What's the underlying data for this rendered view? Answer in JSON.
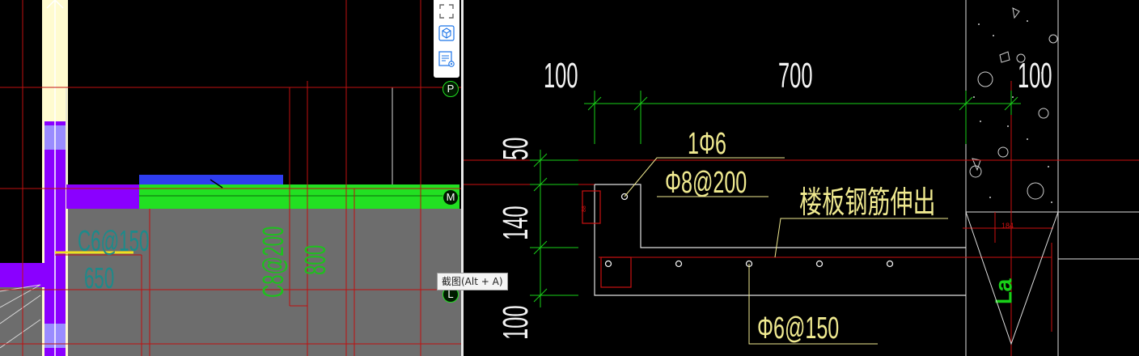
{
  "left_view": {
    "axis_labels": {
      "p": "P",
      "m": "M",
      "l": "L"
    },
    "rebar_labels": {
      "c6": "C6@150",
      "len650": "650",
      "c8": "C8@200",
      "len800": "800"
    }
  },
  "toolbar": {
    "fullscreen_icon": "fullscreen-icon",
    "view3d_icon": "3d-view-icon",
    "screenshot_icon": "screenshot-list-icon",
    "tooltip": "截图(Alt + A)"
  },
  "detail": {
    "dim_100_left": "100",
    "dim_700": "700",
    "dim_100_right": "100",
    "dim_50": "50",
    "dim_140": "140",
    "dim_100_bottom": "100",
    "label_1phi6": "1Φ6",
    "label_phi8": "Φ8@200",
    "label_slab": "楼板钢筋伸出",
    "label_phi6": "Φ6@150",
    "label_la": "La",
    "small_184": "184"
  },
  "colors": {
    "background": "#000000",
    "purple": "#8a00ff",
    "green_bar": "#22e022",
    "blue_bar": "#2e3df0",
    "gray_slab": "#6f6f6f",
    "red_line": "#cc1010",
    "dim_green": "#18d018",
    "text_yellow": "#f0ea90"
  }
}
